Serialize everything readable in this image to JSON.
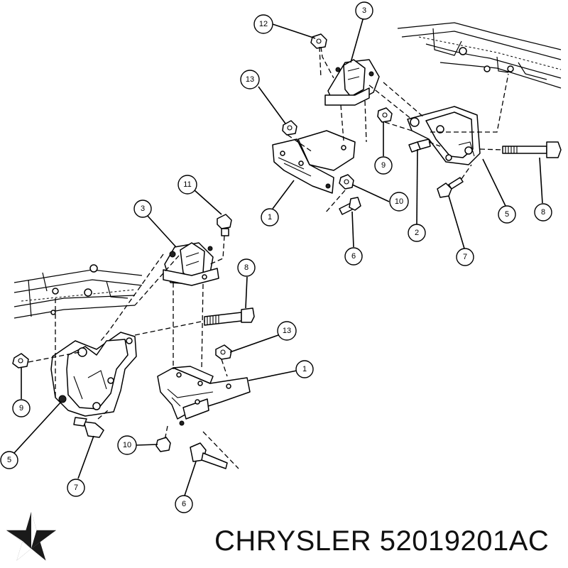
{
  "caption": {
    "brand": "CHRYSLER",
    "part_number": "52019201AC"
  },
  "callouts": {
    "upper": [
      "12",
      "3",
      "13",
      "9",
      "10",
      "1",
      "6",
      "2",
      "7",
      "5",
      "8"
    ],
    "lower": [
      "11",
      "3",
      "8",
      "13",
      "1",
      "9",
      "5",
      "7",
      "10",
      "6"
    ]
  },
  "colors": {
    "line": "#000000",
    "background": "#ffffff"
  },
  "icons": {
    "logo": "pentastar-logo-icon"
  }
}
